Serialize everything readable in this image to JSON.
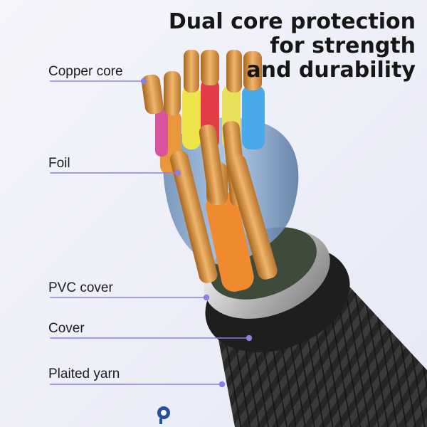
{
  "headline": {
    "line1": "Dual core protection",
    "line2": "for strength",
    "line3": "and durability"
  },
  "labels": {
    "copper_core": "Copper core",
    "foil": "Foil",
    "pvc_cover": "PVC cover",
    "cover": "Cover",
    "plaited_yarn": "Plaited yarn"
  },
  "colors": {
    "accent_line": "#8e7fe0",
    "copper": "#c98a3d",
    "braid": "#2b2b2b"
  }
}
